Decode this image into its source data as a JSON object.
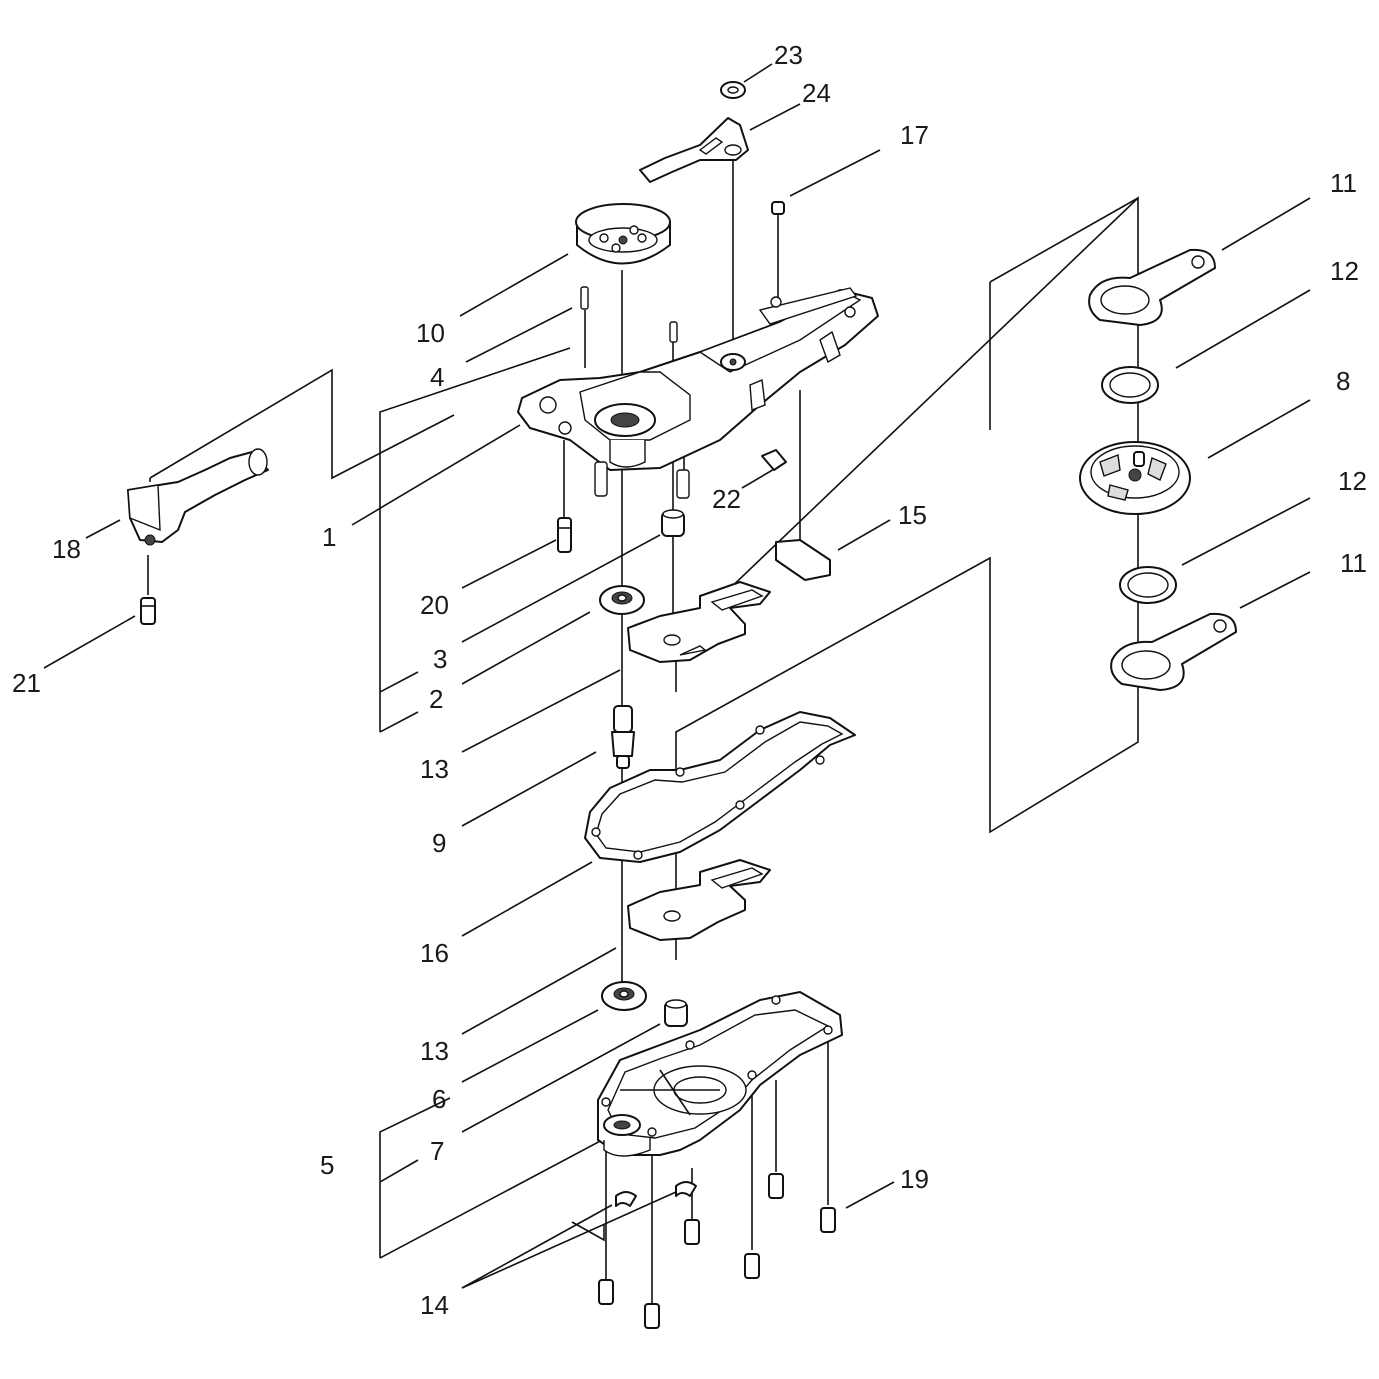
{
  "callouts": [
    {
      "id": "23",
      "text": "23"
    },
    {
      "id": "24",
      "text": "24"
    },
    {
      "id": "17",
      "text": "17"
    },
    {
      "id": "11a",
      "text": "11"
    },
    {
      "id": "12a",
      "text": "12"
    },
    {
      "id": "8",
      "text": "8"
    },
    {
      "id": "12b",
      "text": "12"
    },
    {
      "id": "11b",
      "text": "11"
    },
    {
      "id": "10",
      "text": "10"
    },
    {
      "id": "4",
      "text": "4"
    },
    {
      "id": "1",
      "text": "1"
    },
    {
      "id": "18",
      "text": "18"
    },
    {
      "id": "21",
      "text": "21"
    },
    {
      "id": "22",
      "text": "22"
    },
    {
      "id": "15",
      "text": "15"
    },
    {
      "id": "20",
      "text": "20"
    },
    {
      "id": "3",
      "text": "3"
    },
    {
      "id": "2",
      "text": "2"
    },
    {
      "id": "13a",
      "text": "13"
    },
    {
      "id": "9",
      "text": "9"
    },
    {
      "id": "16",
      "text": "16"
    },
    {
      "id": "13b",
      "text": "13"
    },
    {
      "id": "6",
      "text": "6"
    },
    {
      "id": "5",
      "text": "5"
    },
    {
      "id": "7",
      "text": "7"
    },
    {
      "id": "19",
      "text": "19"
    },
    {
      "id": "14",
      "text": "14"
    }
  ]
}
